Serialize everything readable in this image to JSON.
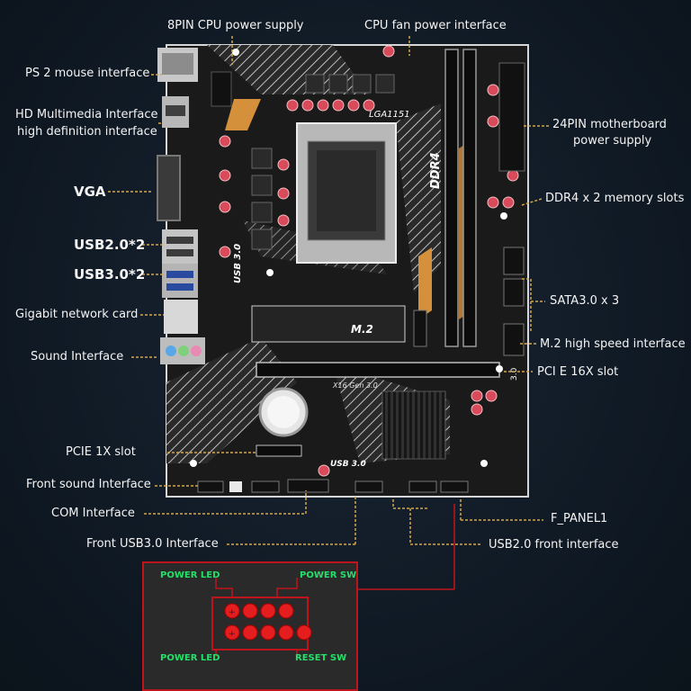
{
  "labels": {
    "cpu_power": "8PIN CPU power supply",
    "cpu_fan": "CPU fan power interface",
    "ps2": "PS 2 mouse interface",
    "hdmi_line1": "HD Multimedia Interface",
    "hdmi_line2": "high definition interface",
    "vga": "VGA",
    "usb2": "USB2.0*2",
    "usb3": "USB3.0*2",
    "lan": "Gigabit network card",
    "sound": "Sound Interface",
    "pcie1x": "PCIE 1X slot",
    "front_sound": "Front sound Interface",
    "com": "COM Interface",
    "front_usb3": "Front USB3.0 Interface",
    "atx24_line1": "24PIN motherboard",
    "atx24_line2": "power supply",
    "ddr4": "DDR4 x 2 memory slots",
    "sata": "SATA3.0 x 3",
    "m2": "M.2 high speed interface",
    "pcie16x": "PCI E 16X slot",
    "fpanel": "F_PANEL1",
    "usb2_front": "USB2.0 front interface"
  },
  "board_text": {
    "socket": "LGA1151",
    "ddr": "DDR4",
    "m2": "M.2",
    "usb3_a": "USB 3.0",
    "usb3_b": "USB 3.0",
    "pcie_gen": "X16 Gen 3.0",
    "rev": "3.0"
  },
  "panel": {
    "power_led_top": "POWER LED",
    "power_sw": "POWER SW",
    "power_led_bottom": "POWER LED",
    "reset_sw": "RESET SW"
  },
  "colors": {
    "background": "#111b26",
    "leader": "#d4a64a",
    "panel_border": "#c0141c",
    "panel_text": "#23e06a",
    "pin": "#e41e1e"
  }
}
